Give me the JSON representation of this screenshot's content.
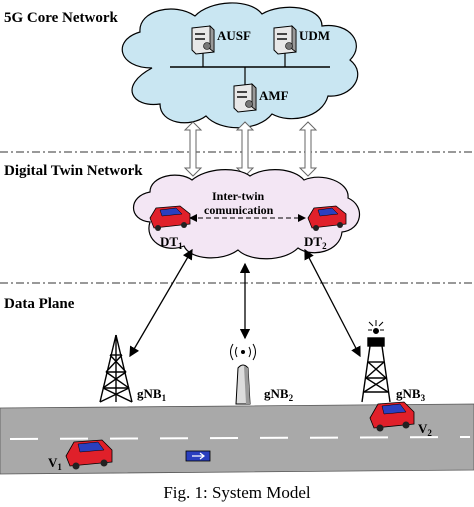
{
  "layers": {
    "core": "5G Core Network",
    "twin": "Digital Twin Network",
    "data": "Data Plane"
  },
  "core_nodes": {
    "ausf": "AUSF",
    "udm": "UDM",
    "amf": "AMF"
  },
  "twin": {
    "comm_line1": "Inter-twin",
    "comm_line2": "comunication",
    "dt1": "DT",
    "dt1_sub": "1",
    "dt2": "DT",
    "dt2_sub": "2"
  },
  "data_plane": {
    "gnb1": "gNB",
    "gnb1_sub": "1",
    "gnb2": "gNB",
    "gnb2_sub": "2",
    "gnb3": "gNB",
    "gnb3_sub": "3",
    "v1": "V",
    "v1_sub": "1",
    "v2": "V",
    "v2_sub": "2"
  },
  "caption": "Fig. 1: System Model",
  "colors": {
    "cloud_core": "#c9e6f2",
    "cloud_twin": "#f3e6f4",
    "road": "#a9a9a9",
    "car_red": "#e0202a",
    "car_blue": "#2a3fbf"
  }
}
